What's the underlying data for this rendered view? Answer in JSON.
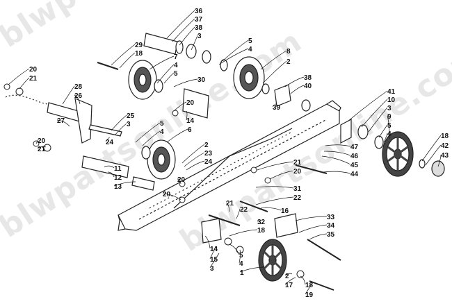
{
  "watermark": "blwpartsonline.com",
  "callouts": [
    {
      "id": "36",
      "text": "36"
    },
    {
      "id": "37",
      "text": "37"
    },
    {
      "id": "38a",
      "text": "38"
    },
    {
      "id": "3a",
      "text": "3"
    },
    {
      "id": "5a",
      "text": "5"
    },
    {
      "id": "4a",
      "text": "4"
    },
    {
      "id": "8",
      "text": "8"
    },
    {
      "id": "2a",
      "text": "2"
    },
    {
      "id": "29",
      "text": "29"
    },
    {
      "id": "18a",
      "text": "18"
    },
    {
      "id": "7",
      "text": "7"
    },
    {
      "id": "4b",
      "text": "4"
    },
    {
      "id": "5b",
      "text": "5"
    },
    {
      "id": "30",
      "text": "30"
    },
    {
      "id": "38b",
      "text": "38"
    },
    {
      "id": "40",
      "text": "40"
    },
    {
      "id": "39",
      "text": "39"
    },
    {
      "id": "41",
      "text": "41"
    },
    {
      "id": "10",
      "text": "10"
    },
    {
      "id": "3b",
      "text": "3"
    },
    {
      "id": "9",
      "text": "9"
    },
    {
      "id": "5c",
      "text": "5"
    },
    {
      "id": "4c",
      "text": "4"
    },
    {
      "id": "20a",
      "text": "20"
    },
    {
      "id": "21a",
      "text": "21"
    },
    {
      "id": "28",
      "text": "28"
    },
    {
      "id": "26",
      "text": "26"
    },
    {
      "id": "20b",
      "text": "20"
    },
    {
      "id": "14a",
      "text": "14"
    },
    {
      "id": "27",
      "text": "27"
    },
    {
      "id": "25",
      "text": "25"
    },
    {
      "id": "3c",
      "text": "3"
    },
    {
      "id": "24a",
      "text": "24"
    },
    {
      "id": "5d",
      "text": "5"
    },
    {
      "id": "4d",
      "text": "4"
    },
    {
      "id": "6",
      "text": "6"
    },
    {
      "id": "2b",
      "text": "2"
    },
    {
      "id": "23",
      "text": "23"
    },
    {
      "id": "24b",
      "text": "24"
    },
    {
      "id": "20c",
      "text": "20"
    },
    {
      "id": "21b",
      "text": "21"
    },
    {
      "id": "47",
      "text": "47"
    },
    {
      "id": "46",
      "text": "46"
    },
    {
      "id": "45",
      "text": "45"
    },
    {
      "id": "44",
      "text": "44"
    },
    {
      "id": "18b",
      "text": "18"
    },
    {
      "id": "42",
      "text": "42"
    },
    {
      "id": "43",
      "text": "43"
    },
    {
      "id": "11",
      "text": "11"
    },
    {
      "id": "12",
      "text": "12"
    },
    {
      "id": "13",
      "text": "13"
    },
    {
      "id": "21c",
      "text": "21"
    },
    {
      "id": "20d",
      "text": "20"
    },
    {
      "id": "20e",
      "text": "20"
    },
    {
      "id": "31",
      "text": "31"
    },
    {
      "id": "20f",
      "text": "20"
    },
    {
      "id": "22a",
      "text": "22"
    },
    {
      "id": "21d",
      "text": "21"
    },
    {
      "id": "16",
      "text": "16"
    },
    {
      "id": "22b",
      "text": "22"
    },
    {
      "id": "32",
      "text": "32"
    },
    {
      "id": "33",
      "text": "33"
    },
    {
      "id": "34",
      "text": "34"
    },
    {
      "id": "18c",
      "text": "18"
    },
    {
      "id": "35",
      "text": "35"
    },
    {
      "id": "14b",
      "text": "14"
    },
    {
      "id": "15",
      "text": "15"
    },
    {
      "id": "3d",
      "text": "3"
    },
    {
      "id": "5e",
      "text": "5"
    },
    {
      "id": "4e",
      "text": "4"
    },
    {
      "id": "1",
      "text": "1"
    },
    {
      "id": "2c",
      "text": "2"
    },
    {
      "id": "17",
      "text": "17"
    },
    {
      "id": "18d",
      "text": "18"
    },
    {
      "id": "19",
      "text": "19"
    }
  ]
}
